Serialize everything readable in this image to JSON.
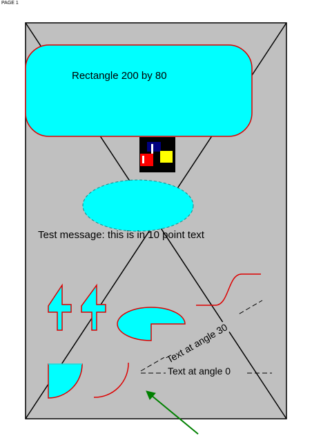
{
  "page": {
    "label": "PAGE 1"
  },
  "drawing": {
    "rectangle_label": "Rectangle 200 by 80",
    "message": "Test message: this is in 10 point text",
    "digits": [
      "4",
      "4"
    ],
    "angled_text_30": "Text at angle 30",
    "angled_text_0": "Text at angle 0"
  },
  "colors": {
    "page_fill": "#c0c0c0",
    "shape_fill": "#00ffff",
    "outline": "#dd0000",
    "arrow": "#008000",
    "ink": "#000000"
  },
  "icons": {
    "center_image": "colored-blocks-icon",
    "pointer": "arrow-icon"
  }
}
